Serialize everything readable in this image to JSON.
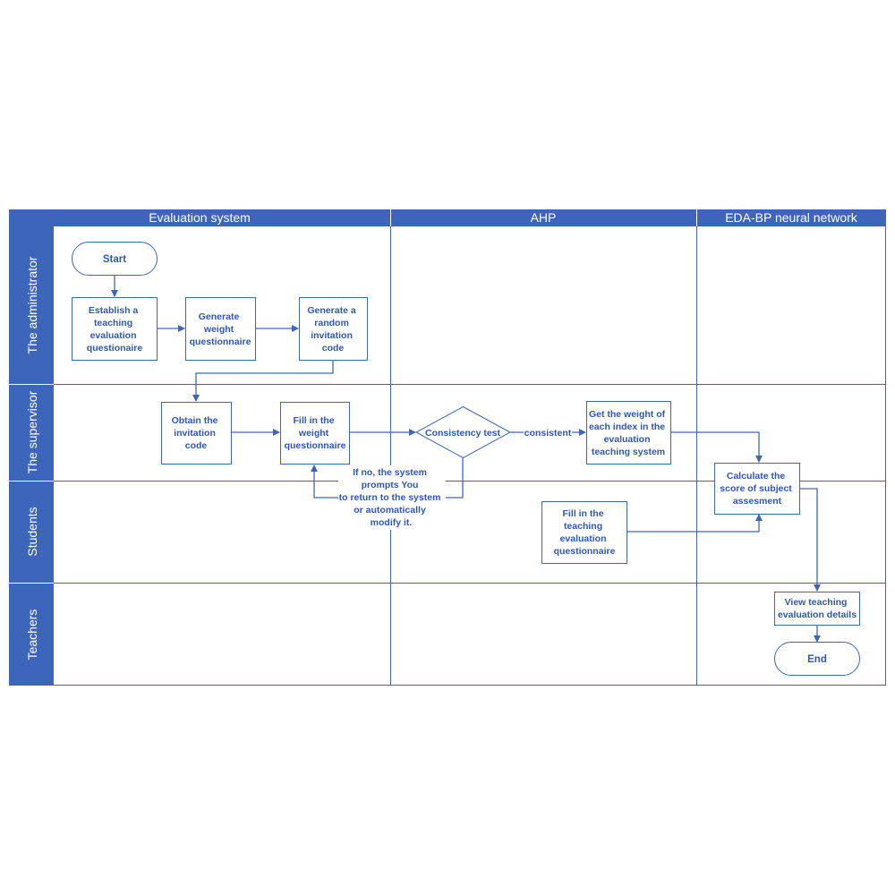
{
  "colors": {
    "header_fill": "#3d66bb",
    "line": "#3d66bb",
    "text": "#2e57b8",
    "background": "#ffffff"
  },
  "columns": [
    {
      "id": "evaluation-system",
      "label": "Evaluation system"
    },
    {
      "id": "ahp",
      "label": "AHP"
    },
    {
      "id": "eda-bp",
      "label": "EDA-BP neural network"
    }
  ],
  "lanes": [
    {
      "id": "administrator",
      "label": "The administrator"
    },
    {
      "id": "supervisor",
      "label": "The supervisor"
    },
    {
      "id": "students",
      "label": "Students"
    },
    {
      "id": "teachers",
      "label": "Teachers"
    }
  ],
  "nodes": {
    "start": {
      "shape": "terminal",
      "lines": [
        "Start"
      ]
    },
    "establish": {
      "shape": "process",
      "lines": [
        "Establish a",
        "teaching",
        "evaluation",
        "questionaire"
      ]
    },
    "generate_weight": {
      "shape": "process",
      "lines": [
        "Generate",
        "weight",
        "questionnaire"
      ]
    },
    "generate_code": {
      "shape": "process",
      "lines": [
        "Generate a",
        "random",
        "invitation",
        "code"
      ]
    },
    "obtain_code": {
      "shape": "process",
      "lines": [
        "Obtain the",
        "invitation",
        "code"
      ]
    },
    "fill_weight": {
      "shape": "process",
      "lines": [
        "Fill in the",
        "weight",
        "questionnaire"
      ]
    },
    "consistency": {
      "shape": "decision",
      "lines": [
        "Consistency test"
      ]
    },
    "get_weight": {
      "shape": "process",
      "lines": [
        "Get the weight of",
        "each index in the",
        "evaluation",
        "teaching system"
      ]
    },
    "calculate": {
      "shape": "process",
      "lines": [
        "Calculate the",
        "score of subject",
        "assesment"
      ]
    },
    "fill_teaching": {
      "shape": "process",
      "lines": [
        "Fill in the",
        "teaching",
        "evaluation",
        "questionnaire"
      ]
    },
    "view_details": {
      "shape": "process",
      "lines": [
        "View teaching",
        "evaluation details"
      ]
    },
    "end": {
      "shape": "terminal",
      "lines": [
        "End"
      ]
    }
  },
  "edge_labels": {
    "consistent": "consistent",
    "retry": [
      "If no, the system",
      "prompts You",
      "to return to the system",
      "or automatically",
      "modify it."
    ]
  }
}
